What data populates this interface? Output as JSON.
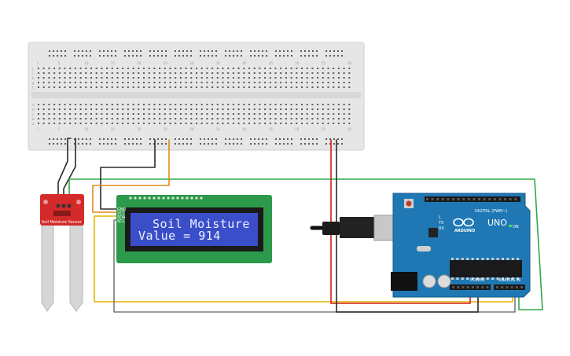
{
  "canvas": {
    "background": "#ffffff"
  },
  "breadboard": {
    "body_color": "#e6e6e6",
    "hole_color": "#5a5a5a",
    "column_numbers_top": [
      "1",
      "5",
      "10",
      "15",
      "20",
      "25",
      "30",
      "35",
      "40",
      "45",
      "50",
      "55",
      "60"
    ],
    "column_numbers_bottom": [
      "1",
      "5",
      "10",
      "15",
      "20",
      "25",
      "30",
      "35",
      "40",
      "45",
      "50",
      "55",
      "60"
    ],
    "row_letters_top": [
      "j",
      "i",
      "h",
      "g",
      "f"
    ],
    "row_letters_bottom": [
      "e",
      "d",
      "c",
      "b",
      "a"
    ]
  },
  "soil_sensor": {
    "board_color": "#d42a2a",
    "probe_color": "#d6d6d6",
    "label": "Soil Moisture Sensor"
  },
  "lcd": {
    "pcb_color": "#2c9a4a",
    "screen_color": "#3a4ec9",
    "line1": "Soil Moisture",
    "line2": "Value = 914",
    "pin_labels": [
      "GND",
      "VCC",
      "SDA",
      "SCL"
    ]
  },
  "arduino": {
    "board_color": "#1f78b4",
    "model": "UNO",
    "brand": "ARDUINO",
    "header_digital": "DIGITAL (PWM~)",
    "header_power": "POWER",
    "header_analog": "ANALOG IN",
    "tx_label": "TX",
    "rx_label": "RX",
    "l_label": "L",
    "on_label": "ON"
  },
  "wires": {
    "black": "#2a2a2a",
    "red": "#d01f1f",
    "orange": "#e08a1c",
    "yellow": "#e6b400",
    "green": "#2fa84a",
    "gray": "#7a7a7a",
    "white": "#9aa0a6"
  }
}
